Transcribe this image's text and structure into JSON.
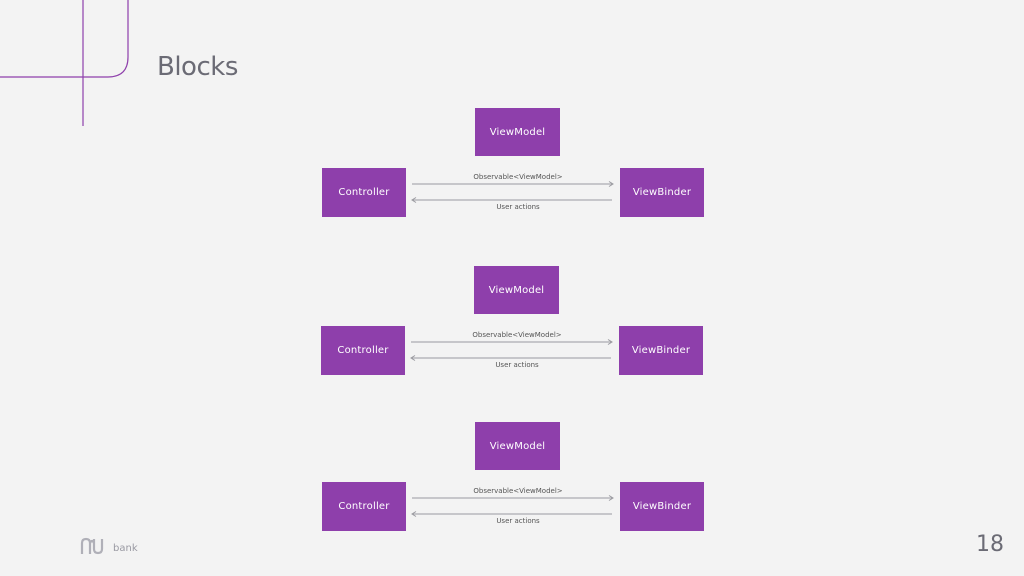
{
  "slide": {
    "title": "Blocks",
    "page_number": "18",
    "logo_text": "bank"
  },
  "colors": {
    "block": "#8e3fab",
    "accent_line": "#8e3fab",
    "arrow": "#9a9aa0",
    "title": "#6b6b75"
  },
  "diagrams": [
    {
      "viewmodel": "ViewModel",
      "controller": "Controller",
      "viewbinder": "ViewBinder",
      "forward_label": "Observable<ViewModel>",
      "back_label": "User actions"
    },
    {
      "viewmodel": "ViewModel",
      "controller": "Controller",
      "viewbinder": "ViewBinder",
      "forward_label": "Observable<ViewModel>",
      "back_label": "User actions"
    },
    {
      "viewmodel": "ViewModel",
      "controller": "Controller",
      "viewbinder": "ViewBinder",
      "forward_label": "Observable<ViewModel>",
      "back_label": "User actions"
    }
  ]
}
